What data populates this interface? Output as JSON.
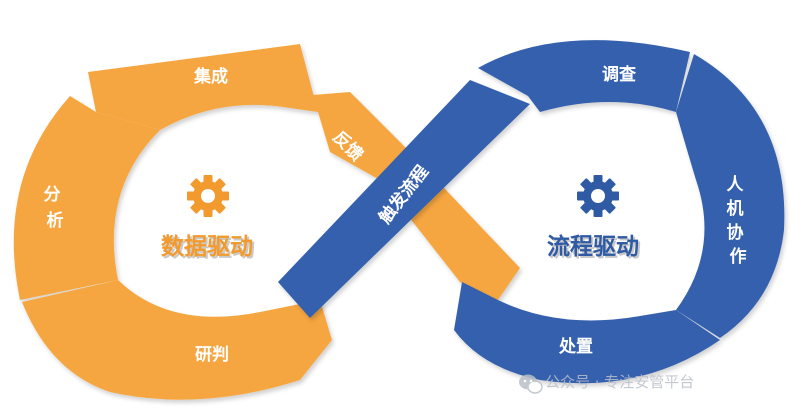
{
  "colors": {
    "orange": "#f6a640",
    "blue": "#3460ad",
    "orange_text": "#f39a2e",
    "blue_text": "#2f5aa4"
  },
  "icons": {
    "left_center": "gear-icon",
    "right_center": "gear-icon",
    "watermark": "wechat-icon"
  },
  "left_loop": {
    "center_label": "数据驱动",
    "segments": {
      "top": "集成",
      "left": "分析",
      "bottom": "研判",
      "feedback": "反馈"
    }
  },
  "right_loop": {
    "center_label": "流程驱动",
    "segments": {
      "top": "调查",
      "right": "人机协作",
      "bottom": "处置"
    }
  },
  "bridge": {
    "label": "触发流程"
  },
  "watermark": {
    "text": "公众号 · 专注安管平台"
  }
}
